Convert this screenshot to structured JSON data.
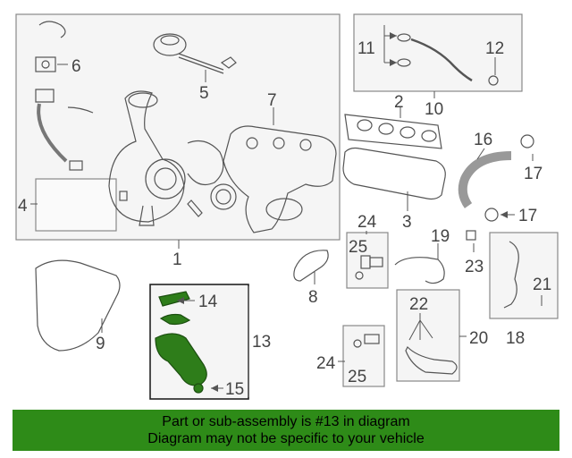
{
  "callouts": {
    "c1": "1",
    "c2": "2",
    "c3": "3",
    "c4": "4",
    "c5": "5",
    "c6": "6",
    "c7": "7",
    "c8": "8",
    "c9": "9",
    "c10": "10",
    "c11": "11",
    "c12": "12",
    "c13": "13",
    "c14": "14",
    "c15": "15",
    "c16": "16",
    "c17a": "17",
    "c17b": "17",
    "c18": "18",
    "c19": "19",
    "c20": "20",
    "c21": "21",
    "c22": "22",
    "c23": "23",
    "c24a": "24",
    "c24b": "24",
    "c25a": "25",
    "c25b": "25"
  },
  "highlight_color": "#2e7d1a",
  "banner": {
    "line1": "Part or sub-assembly is #13 in diagram",
    "line2": "Diagram may not be specific to your vehicle"
  }
}
